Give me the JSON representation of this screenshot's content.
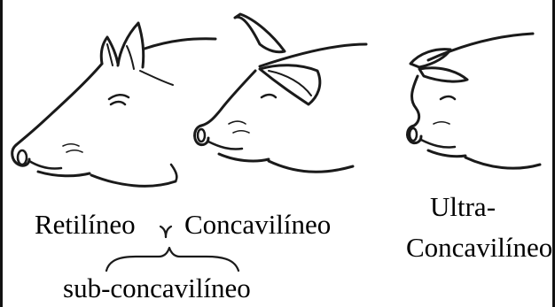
{
  "labels": {
    "retilineo": "Retilíneo",
    "concavilineo": "Concavilíneo",
    "ultra_line1": "Ultra-",
    "ultra_line2": "Concavilíneo",
    "sub_concavilineo": "sub-concavilíneo"
  },
  "colors": {
    "line": "#1a1a1a",
    "background": "#ffffff"
  }
}
